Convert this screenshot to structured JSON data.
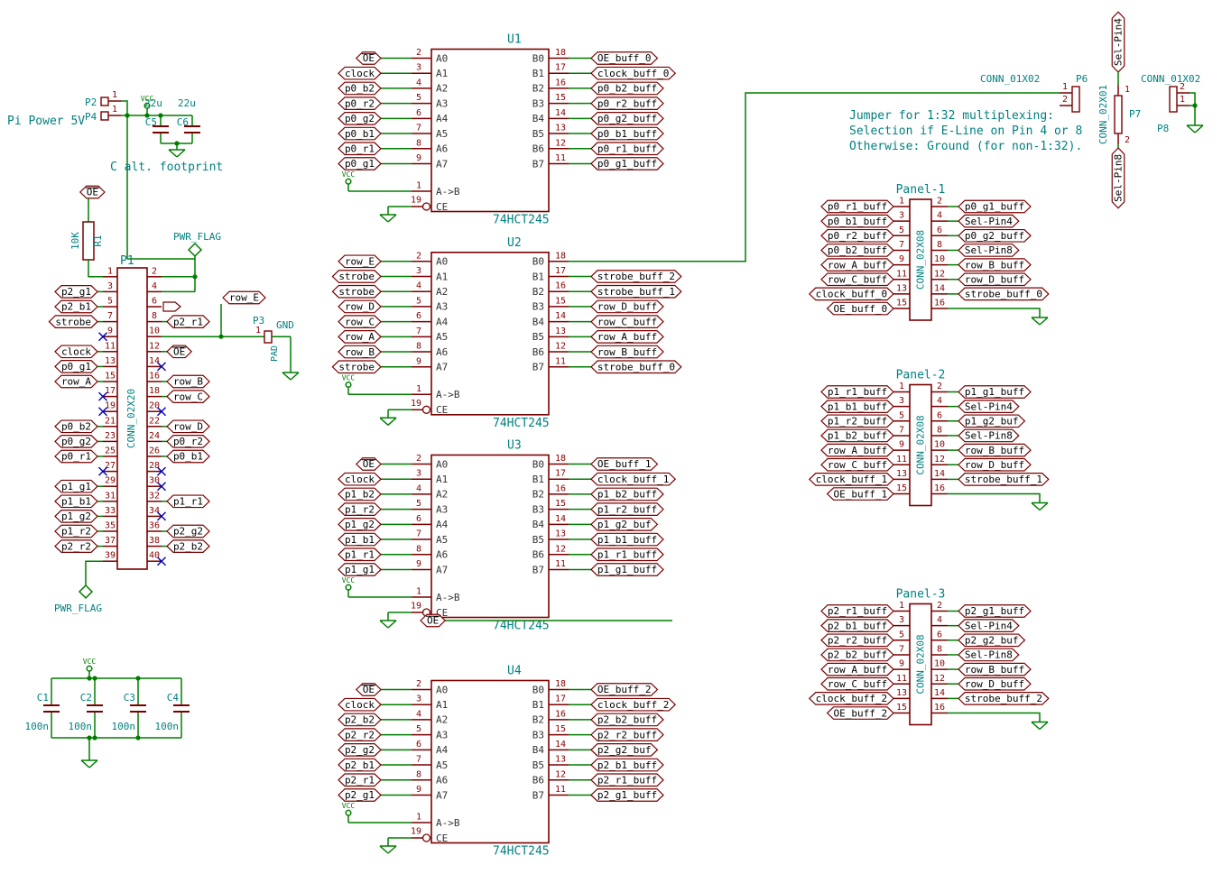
{
  "colors": {
    "wire": "#007D00",
    "component": "#7A0000",
    "field": "#008080",
    "label_text": "#000000",
    "pin_number": "#8A0000",
    "pin_name": "#333333",
    "noconnect": "#0000B8",
    "power": "#007D00",
    "background": "#FFFFFF"
  },
  "chip_common": {
    "value": "74HCT245",
    "left_names": [
      "A0",
      "A1",
      "A2",
      "A3",
      "A4",
      "A5",
      "A6",
      "A7"
    ],
    "right_names": [
      "B0",
      "B1",
      "B2",
      "B3",
      "B4",
      "B5",
      "B6",
      "B7"
    ],
    "left_pins": [
      "2",
      "3",
      "4",
      "5",
      "6",
      "7",
      "8",
      "9"
    ],
    "right_pins": [
      "18",
      "17",
      "16",
      "15",
      "14",
      "13",
      "12",
      "11"
    ],
    "dir_pin": "1",
    "dir_name": "A->B",
    "ce_pin": "19",
    "ce_name": "CE"
  },
  "chips": [
    {
      "ref": "U1",
      "inputs": [
        "OE",
        "clock",
        "p0_b2",
        "p0_r2",
        "p0_g2",
        "p0_b1",
        "p0_r1",
        "p0_g1"
      ],
      "outputs": [
        "OE_buff_0",
        "clock_buff_0",
        "p0_b2_buff",
        "p0_r2_buff",
        "p0_g2_buff",
        "p0_b1_buff",
        "p0_r1_buff",
        "p0_g1_buff"
      ]
    },
    {
      "ref": "U2",
      "inputs": [
        "row_E",
        "strobe",
        "strobe",
        "row_D",
        "row_C",
        "row_A",
        "row_B",
        "strobe"
      ],
      "outputs": [
        "",
        "strobe_buff_2",
        "strobe_buff_1",
        "row_D_buff",
        "row_C_buff",
        "row_A_buff",
        "row_B_buff",
        "strobe_buff_0"
      ]
    },
    {
      "ref": "U3",
      "ce_net": "OE",
      "inputs": [
        "OE",
        "clock",
        "p1_b2",
        "p1_r2",
        "p1_g2",
        "p1_b1",
        "p1_r1",
        "p1_g1"
      ],
      "outputs": [
        "OE_buff_1",
        "clock_buff_1",
        "p1_b2_buff",
        "p1_r2_buff",
        "p1_g2_buf",
        "p1_b1_buff",
        "p1_r1_buff",
        "p1_g1_buff"
      ]
    },
    {
      "ref": "U4",
      "inputs": [
        "OE",
        "clock",
        "p2_b2",
        "p2_r2",
        "p2_g2",
        "p2_b1",
        "p2_r1",
        "p2_g1"
      ],
      "outputs": [
        "OE_buff_2",
        "clock_buff_2",
        "p2_b2_buff",
        "p2_r2_buff",
        "p2_g2_buf",
        "p2_b1_buff",
        "p2_r1_buff",
        "p2_g1_buff"
      ]
    }
  ],
  "panel_common": {
    "value": "CONN_02X08",
    "left_pins": [
      "1",
      "3",
      "5",
      "7",
      "9",
      "11",
      "13",
      "15"
    ],
    "right_pins": [
      "2",
      "4",
      "6",
      "8",
      "10",
      "12",
      "14",
      "16"
    ]
  },
  "panels": [
    {
      "title": "Panel-1",
      "left": [
        {
          "pin": "1",
          "label": "p0_r1_buff"
        },
        {
          "pin": "3",
          "label": "p0_b1_buff"
        },
        {
          "pin": "5",
          "label": "p0_r2_buff"
        },
        {
          "pin": "7",
          "label": "p0_b2_buff"
        },
        {
          "pin": "9",
          "label": "row_A_buff"
        },
        {
          "pin": "11",
          "label": "row_C_buff"
        },
        {
          "pin": "13",
          "label": "clock_buff_0"
        },
        {
          "pin": "15",
          "label": "OE_buff_0"
        }
      ],
      "right": [
        {
          "pin": "2",
          "label": "p0_g1_buff"
        },
        {
          "pin": "4",
          "label": "Sel-Pin4"
        },
        {
          "pin": "6",
          "label": "p0_g2_buff"
        },
        {
          "pin": "8",
          "label": "Sel-Pin8"
        },
        {
          "pin": "10",
          "label": "row_B_buff"
        },
        {
          "pin": "12",
          "label": "row_D_buff"
        },
        {
          "pin": "14",
          "label": "strobe_buff_0"
        },
        {
          "pin": "16",
          "label": ""
        }
      ]
    },
    {
      "title": "Panel-2",
      "left": [
        {
          "pin": "1",
          "label": "p1_r1_buff"
        },
        {
          "pin": "3",
          "label": "p1_b1_buff"
        },
        {
          "pin": "5",
          "label": "p1_r2_buff"
        },
        {
          "pin": "7",
          "label": "p1_b2_buff"
        },
        {
          "pin": "9",
          "label": "row_A_buff"
        },
        {
          "pin": "11",
          "label": "row_C_buff"
        },
        {
          "pin": "13",
          "label": "clock_buff_1"
        },
        {
          "pin": "15",
          "label": "OE_buff_1"
        }
      ],
      "right": [
        {
          "pin": "2",
          "label": "p1_g1_buff"
        },
        {
          "pin": "4",
          "label": "Sel-Pin4"
        },
        {
          "pin": "6",
          "label": "p1_g2_buf"
        },
        {
          "pin": "8",
          "label": "Sel-Pin8"
        },
        {
          "pin": "10",
          "label": "row_B_buff"
        },
        {
          "pin": "12",
          "label": "row_D_buff"
        },
        {
          "pin": "14",
          "label": "strobe_buff_1"
        },
        {
          "pin": "16",
          "label": ""
        }
      ]
    },
    {
      "title": "Panel-3",
      "left": [
        {
          "pin": "1",
          "label": "p2_r1_buff"
        },
        {
          "pin": "3",
          "label": "p2_b1_buff"
        },
        {
          "pin": "5",
          "label": "p2_r2_buff"
        },
        {
          "pin": "7",
          "label": "p2_b2_buff"
        },
        {
          "pin": "9",
          "label": "row_A_buff"
        },
        {
          "pin": "11",
          "label": "row_C_buff"
        },
        {
          "pin": "13",
          "label": "clock_buff_2"
        },
        {
          "pin": "15",
          "label": "OE_buff_2"
        }
      ],
      "right": [
        {
          "pin": "2",
          "label": "p2_g1_buff"
        },
        {
          "pin": "4",
          "label": "Sel-Pin4"
        },
        {
          "pin": "6",
          "label": "p2_g2_buf"
        },
        {
          "pin": "8",
          "label": "Sel-Pin8"
        },
        {
          "pin": "10",
          "label": "row_B_buff"
        },
        {
          "pin": "12",
          "label": "row_D_buff"
        },
        {
          "pin": "14",
          "label": "strobe_buff_2"
        },
        {
          "pin": "16",
          "label": ""
        }
      ]
    }
  ],
  "gpio": {
    "ref": "P1",
    "value": "CONN_02X20",
    "left": [
      {
        "pin": "1"
      },
      {
        "pin": "3",
        "label": "p2_g1"
      },
      {
        "pin": "5",
        "label": "p2_b1"
      },
      {
        "pin": "7",
        "label": "strobe"
      },
      {
        "pin": "9",
        "nc": true
      },
      {
        "pin": "11",
        "label": "clock"
      },
      {
        "pin": "13",
        "label": "p0_g1"
      },
      {
        "pin": "15",
        "label": "row_A"
      },
      {
        "pin": "17",
        "nc": true
      },
      {
        "pin": "19",
        "nc": true
      },
      {
        "pin": "21",
        "label": "p0_b2"
      },
      {
        "pin": "23",
        "label": "p0_g2"
      },
      {
        "pin": "25",
        "label": "p0_r1"
      },
      {
        "pin": "27",
        "nc": true
      },
      {
        "pin": "29",
        "label": "p1_g1"
      },
      {
        "pin": "31",
        "label": "p1_b1"
      },
      {
        "pin": "33",
        "label": "p1_g2"
      },
      {
        "pin": "35",
        "label": "p1_r2"
      },
      {
        "pin": "37",
        "label": "p2_r2"
      },
      {
        "pin": "39"
      }
    ],
    "right": [
      {
        "pin": "2"
      },
      {
        "pin": "4"
      },
      {
        "pin": "6"
      },
      {
        "pin": "8",
        "label": "p2_r1"
      },
      {
        "pin": "10"
      },
      {
        "pin": "12",
        "label": "OE"
      },
      {
        "pin": "14",
        "nc": true
      },
      {
        "pin": "16",
        "label": "row_B"
      },
      {
        "pin": "18",
        "label": "row_C"
      },
      {
        "pin": "20",
        "nc": true
      },
      {
        "pin": "22",
        "label": "row_D"
      },
      {
        "pin": "24",
        "label": "p0_r2"
      },
      {
        "pin": "26",
        "label": "p0_b1"
      },
      {
        "pin": "28",
        "nc": true
      },
      {
        "pin": "30",
        "nc": true
      },
      {
        "pin": "32",
        "label": "p1_r1"
      },
      {
        "pin": "34",
        "nc": true
      },
      {
        "pin": "36",
        "label": "p2_g2"
      },
      {
        "pin": "38",
        "label": "p2_b2"
      },
      {
        "pin": "40",
        "nc": true
      }
    ]
  },
  "power": {
    "title": "Pi Power 5V",
    "p2_ref": "P2",
    "p2_pin": "1",
    "p4_ref": "P4",
    "p4_pin": "1",
    "c5_ref": "C5",
    "c5_value": "22u",
    "c6_ref": "C6",
    "c6_value": "22u",
    "footprint_note": "C alt. footprint",
    "r1_ref": "R1",
    "r1_value": "10K",
    "oe_label": "OE",
    "vcc_label": "VCC",
    "pwr_flag": "PWR_FLAG"
  },
  "decoupling": {
    "items": [
      {
        "ref": "C1",
        "value": "100n"
      },
      {
        "ref": "C2",
        "value": "100n"
      },
      {
        "ref": "C3",
        "value": "100n"
      },
      {
        "ref": "C4",
        "value": "100n"
      }
    ]
  },
  "pad3": {
    "ref": "P3",
    "pin": "1",
    "value": "PAD",
    "gnd_label": "GND",
    "row_e_label": "row_E"
  },
  "e_jumper": {
    "note": [
      "Jumper for 1:32 multiplexing:",
      "Selection if E-Line on Pin 4 or 8",
      "Otherwise: Ground (for non-1:32)."
    ],
    "p6_ref": "P6",
    "p6_value": "CONN_01X02",
    "p6_pins": [
      "1",
      "2"
    ],
    "p7_ref": "P7",
    "p7_value": "CONN_02X01",
    "p7_pins": [
      "1",
      "2"
    ],
    "p8_ref": "P8",
    "p8_value": "CONN_01X02",
    "p8_pins": [
      "2",
      "1"
    ],
    "sel_pin4": "Sel-Pin4",
    "sel_pin8": "Sel-Pin8"
  }
}
